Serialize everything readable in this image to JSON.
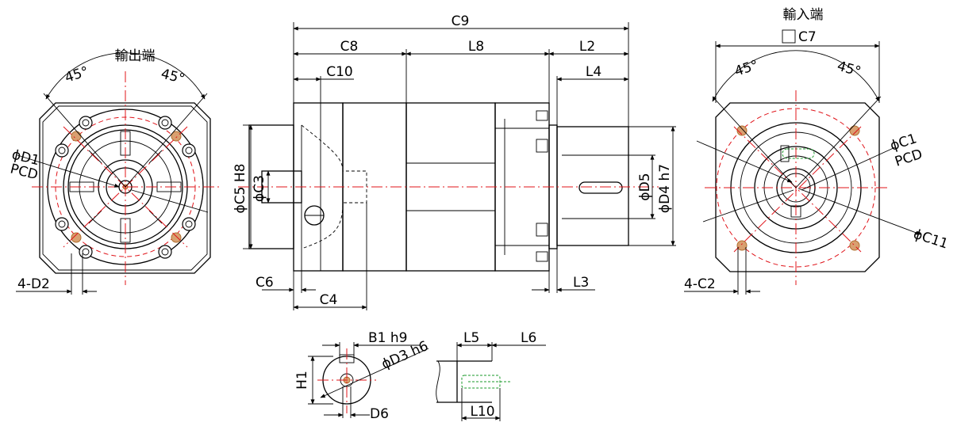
{
  "labels": {
    "output_end": "輸出端",
    "input_end": "輸入端",
    "angle_45": "45°",
    "d1": "ϕD1",
    "pcd": "PCD",
    "four_d2": "4-D2",
    "c9": "C9",
    "c8": "C8",
    "l8": "L8",
    "l2": "L2",
    "c10": "C10",
    "l4": "L4",
    "c5_h8": "ϕC5 H8",
    "c3": "ϕC3",
    "d5": "ϕD5",
    "d4_h7": "ϕD4 h7",
    "c6": "C6",
    "c4": "C4",
    "l3": "L3",
    "c7": "C7",
    "c1": "ϕC1",
    "c11": "ϕC11",
    "four_c2": "4-C2",
    "b1_h9": "B1 h9",
    "d3_h6": "ϕD3 h6",
    "h1": "H1",
    "d6": "D6",
    "l5": "L5",
    "l6": "L6",
    "l10": "L10"
  },
  "colors": {
    "line": "#000000",
    "centerline": "#e0141a",
    "bolt_fill": "#d9a070",
    "keyway": "#1a9a2a"
  }
}
